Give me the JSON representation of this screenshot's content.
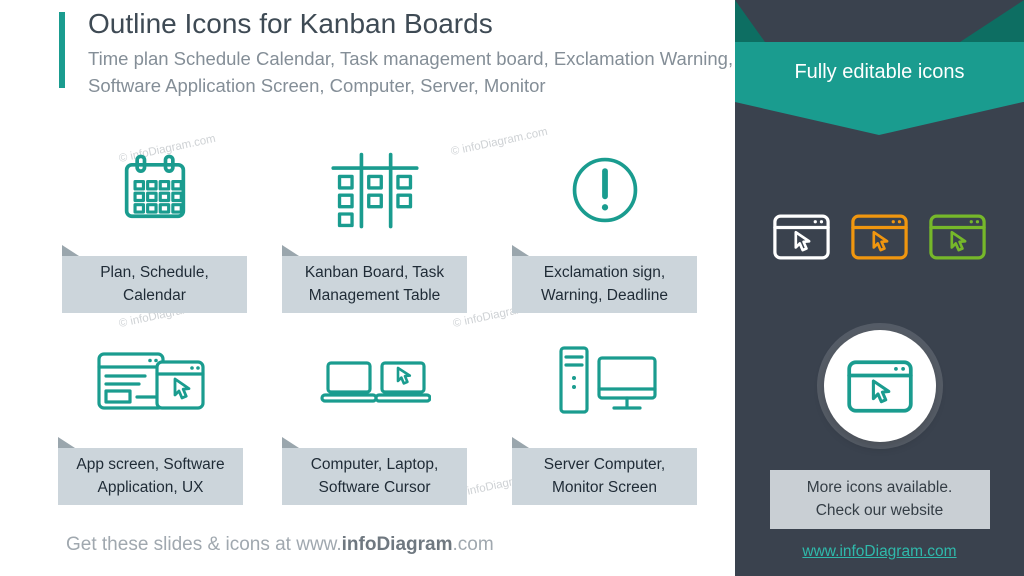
{
  "colors": {
    "teal": "#1A9C8F",
    "teal_dark": "#0D6E62",
    "teal_link": "#2FB9AB",
    "dark_bg": "#3A424E",
    "orange": "#F0960F",
    "green": "#76B82A",
    "title_text": "#3E4A54",
    "subtitle_text": "#848E97",
    "label_bg": "#CCD5DB",
    "label_fold": "#9AA6AD",
    "label_text": "#1F2B36",
    "note_bg": "#C9CFD4",
    "note_text": "#353E46",
    "footer_text": "#A0A8AF",
    "footer_brand": "#6F7880",
    "watermark": "#AEB4B9"
  },
  "header": {
    "title": "Outline Icons for Kanban Boards",
    "subtitle": "Time plan Schedule Calendar, Task management board, Exclamation Warning, Software Application Screen, Computer, Server, Monitor"
  },
  "icons": {
    "items": [
      {
        "name": "calendar-icon",
        "line1": "Plan, Schedule,",
        "line2": "Calendar"
      },
      {
        "name": "kanban-board-icon",
        "line1": "Kanban Board, Task",
        "line2": "Management Table"
      },
      {
        "name": "exclamation-icon",
        "line1": "Exclamation sign,",
        "line2": "Warning, Deadline"
      },
      {
        "name": "app-screen-icon",
        "line1": "App screen, Software",
        "line2": "Application, UX"
      },
      {
        "name": "laptop-cursor-icon",
        "line1": "Computer, Laptop,",
        "line2": "Software Cursor"
      },
      {
        "name": "server-monitor-icon",
        "line1": "Server Computer,",
        "line2": "Monitor Screen"
      }
    ]
  },
  "sidebar": {
    "banner_label": "Fully editable icons",
    "editable_icon_colors": [
      "#FFFFFF",
      "#F0960F",
      "#76B82A"
    ],
    "note_line1": "More icons available.",
    "note_line2": "Check our website",
    "link": "www.infoDiagram.com"
  },
  "footer": {
    "prefix": "Get these slides & icons at www.",
    "brand": "infoDiagram",
    "suffix": ".com"
  },
  "watermark": {
    "text": "© infoDiagram.com"
  }
}
